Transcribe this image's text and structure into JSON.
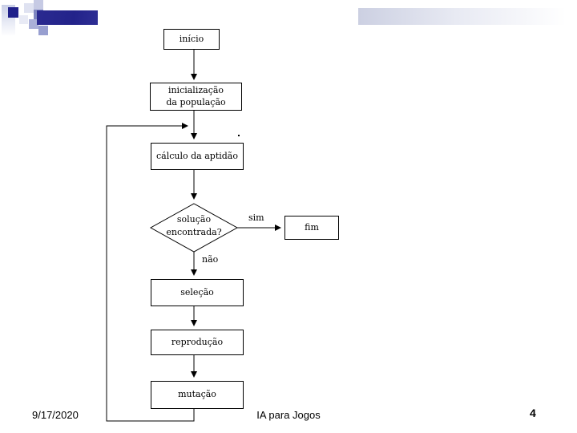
{
  "slide": {
    "footer": {
      "date": "9/17/2020",
      "course": "IA para Jogos",
      "page_number": "4"
    },
    "flowchart": {
      "nodes": {
        "start": "início",
        "init_population": "inicialização\nda população",
        "fitness": "cálculo da aptidão",
        "decision": "solução\nencontrada?",
        "end": "fim",
        "selection": "seleção",
        "reproduction": "reprodução",
        "mutation": "mutação"
      },
      "edge_labels": {
        "yes": "sim",
        "no": "não"
      }
    },
    "colors": {
      "accent_navy": "#23238e",
      "decor_lavender": "#c6cae4",
      "decor_slate": "#7e86c0",
      "line": "#000000"
    }
  }
}
